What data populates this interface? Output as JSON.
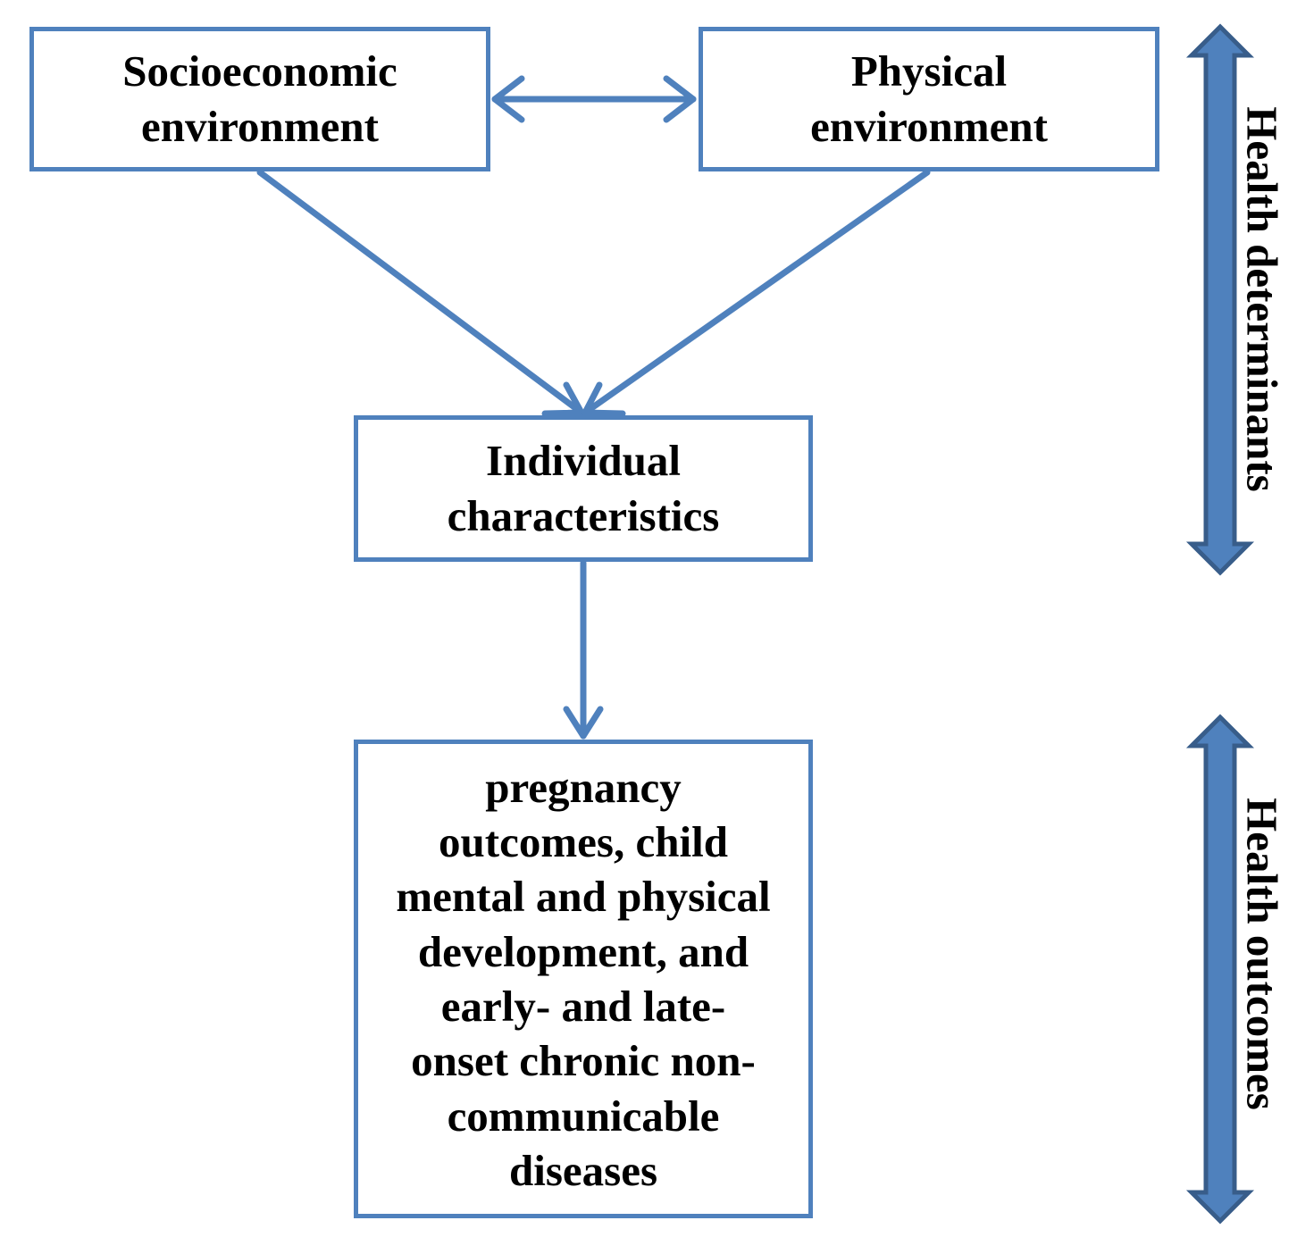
{
  "diagram": {
    "colors": {
      "box_border": "#4F81BD",
      "arrow": "#4F81BD",
      "side_arrow_fill": "#4F81BD",
      "side_arrow_stroke": "#385D8A",
      "text": "#000000"
    },
    "nodes": {
      "socioeconomic": {
        "line1": "Socioeconomic",
        "line2": "environment"
      },
      "physical": {
        "line1": "Physical",
        "line2": "environment"
      },
      "individual": {
        "line1": "Individual",
        "line2": "characteristics"
      },
      "outcomes": {
        "lines": [
          "pregnancy",
          "outcomes, child",
          "mental and physical",
          "development, and",
          "early- and late-",
          "onset chronic non-",
          "communicable",
          "diseases"
        ]
      }
    },
    "edges": [
      {
        "from": "socioeconomic",
        "to": "physical",
        "type": "bidirectional"
      },
      {
        "from": "socioeconomic",
        "to": "individual",
        "type": "directed"
      },
      {
        "from": "physical",
        "to": "individual",
        "type": "directed"
      },
      {
        "from": "individual",
        "to": "outcomes",
        "type": "directed"
      }
    ],
    "side_labels": {
      "determinants": "Health determinants",
      "outcomes": "Health outcomes"
    }
  }
}
